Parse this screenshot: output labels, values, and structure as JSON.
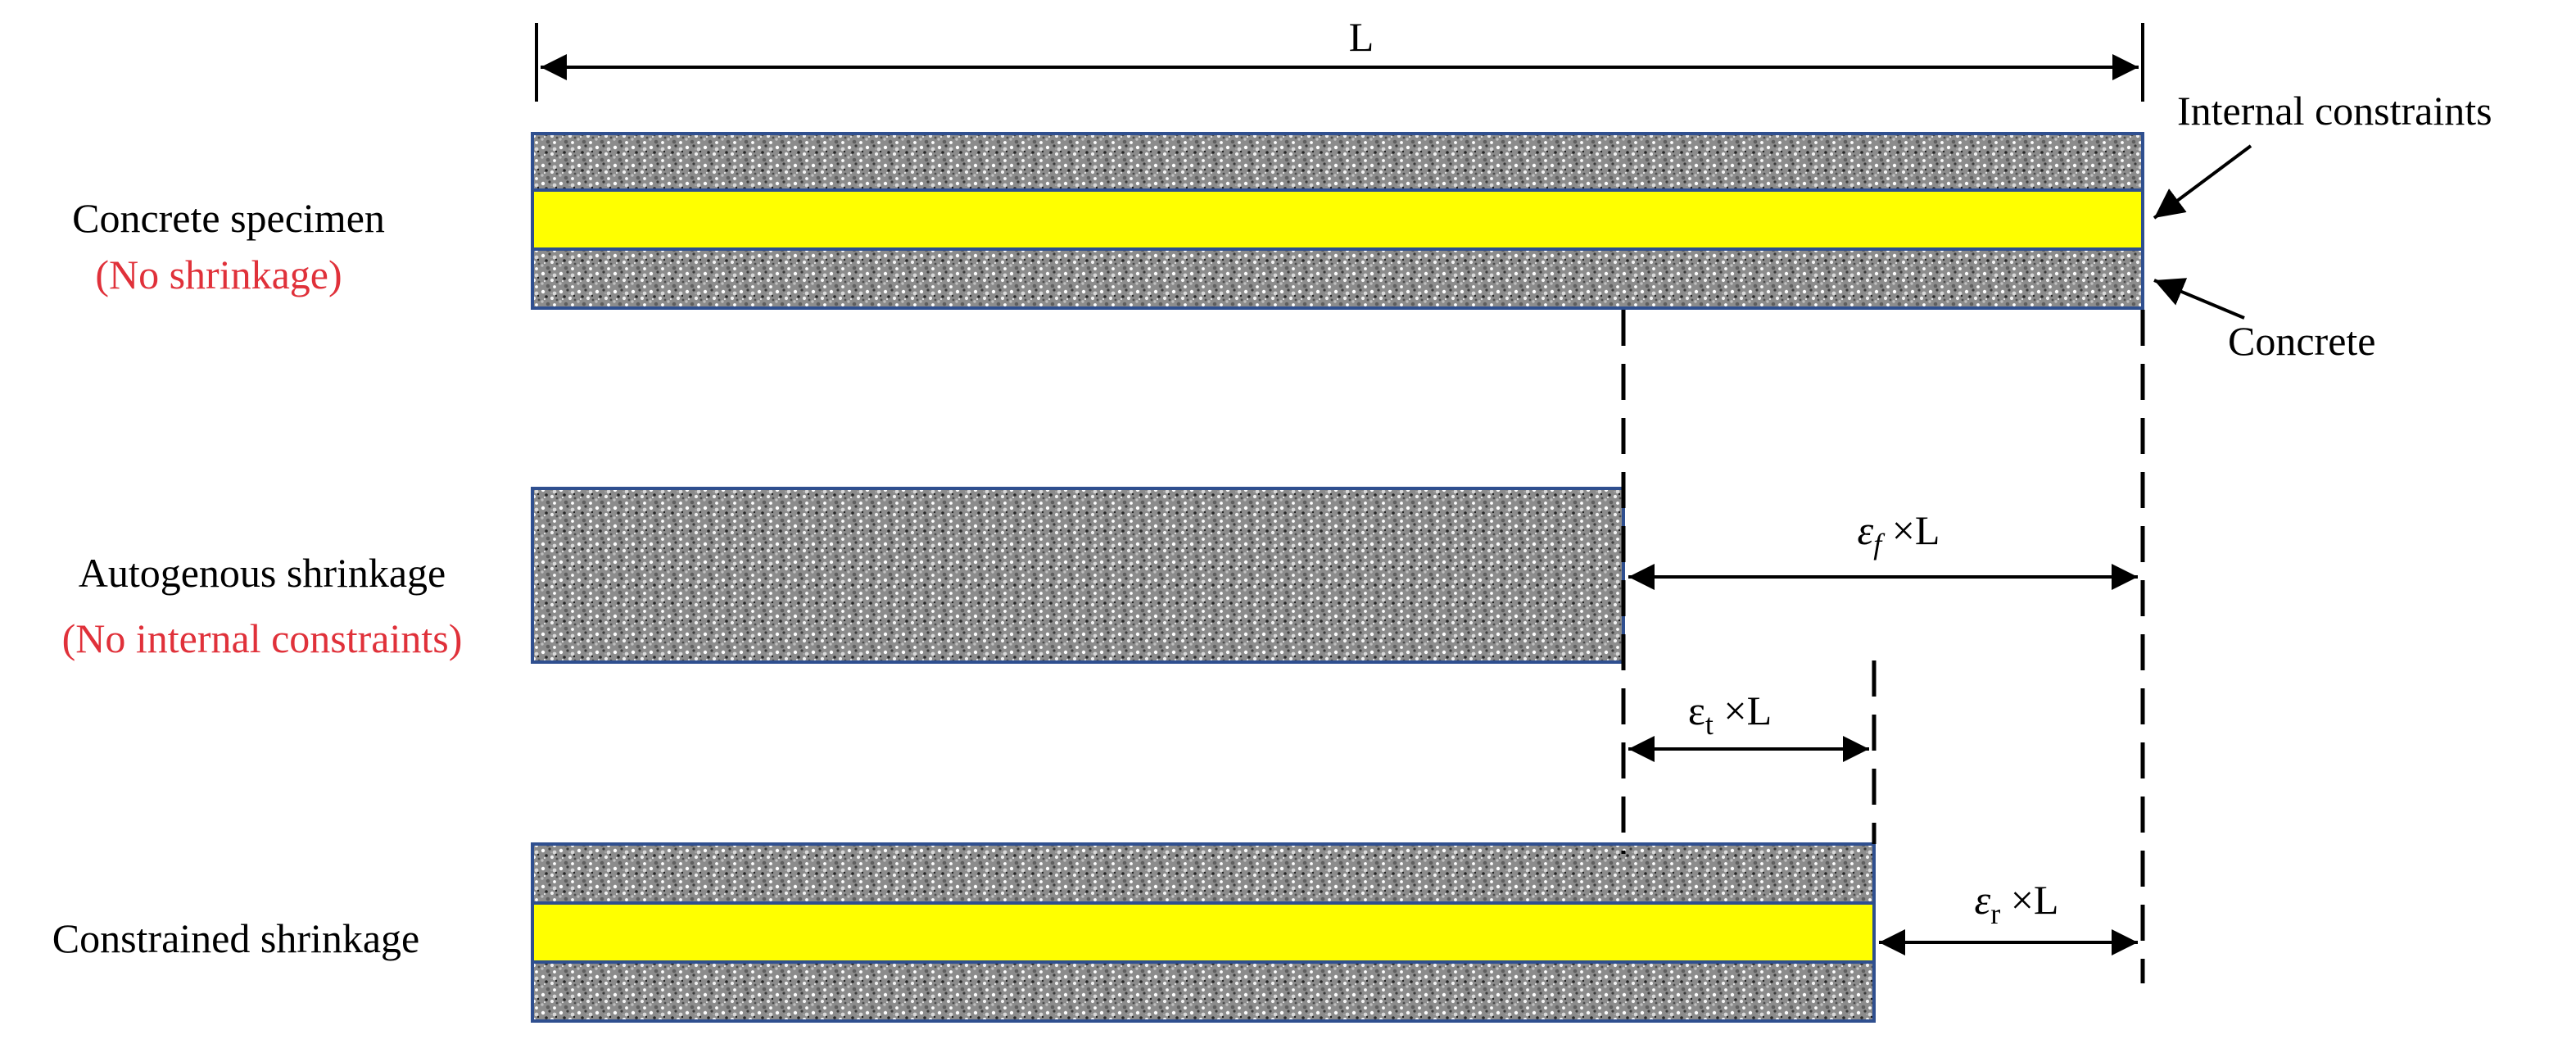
{
  "labels": {
    "dim_L": "L",
    "internal_constraints": "Internal constraints",
    "concrete": "Concrete",
    "row1_title": "Concrete specimen",
    "row1_note": "(No shrinkage)",
    "row2_title": "Autogenous shrinkage",
    "row2_note": "(No internal constraints)",
    "row3_title": "Constrained shrinkage",
    "eps_f": "ε",
    "eps_f_sub": "f",
    "eps_t": "ε",
    "eps_t_sub": "t",
    "eps_r": "ε",
    "eps_r_sub": "r",
    "times_L": " ×L"
  },
  "colors": {
    "steel": "#ffff00",
    "outline": "#2f4f8f",
    "note_red": "#e0313a"
  }
}
